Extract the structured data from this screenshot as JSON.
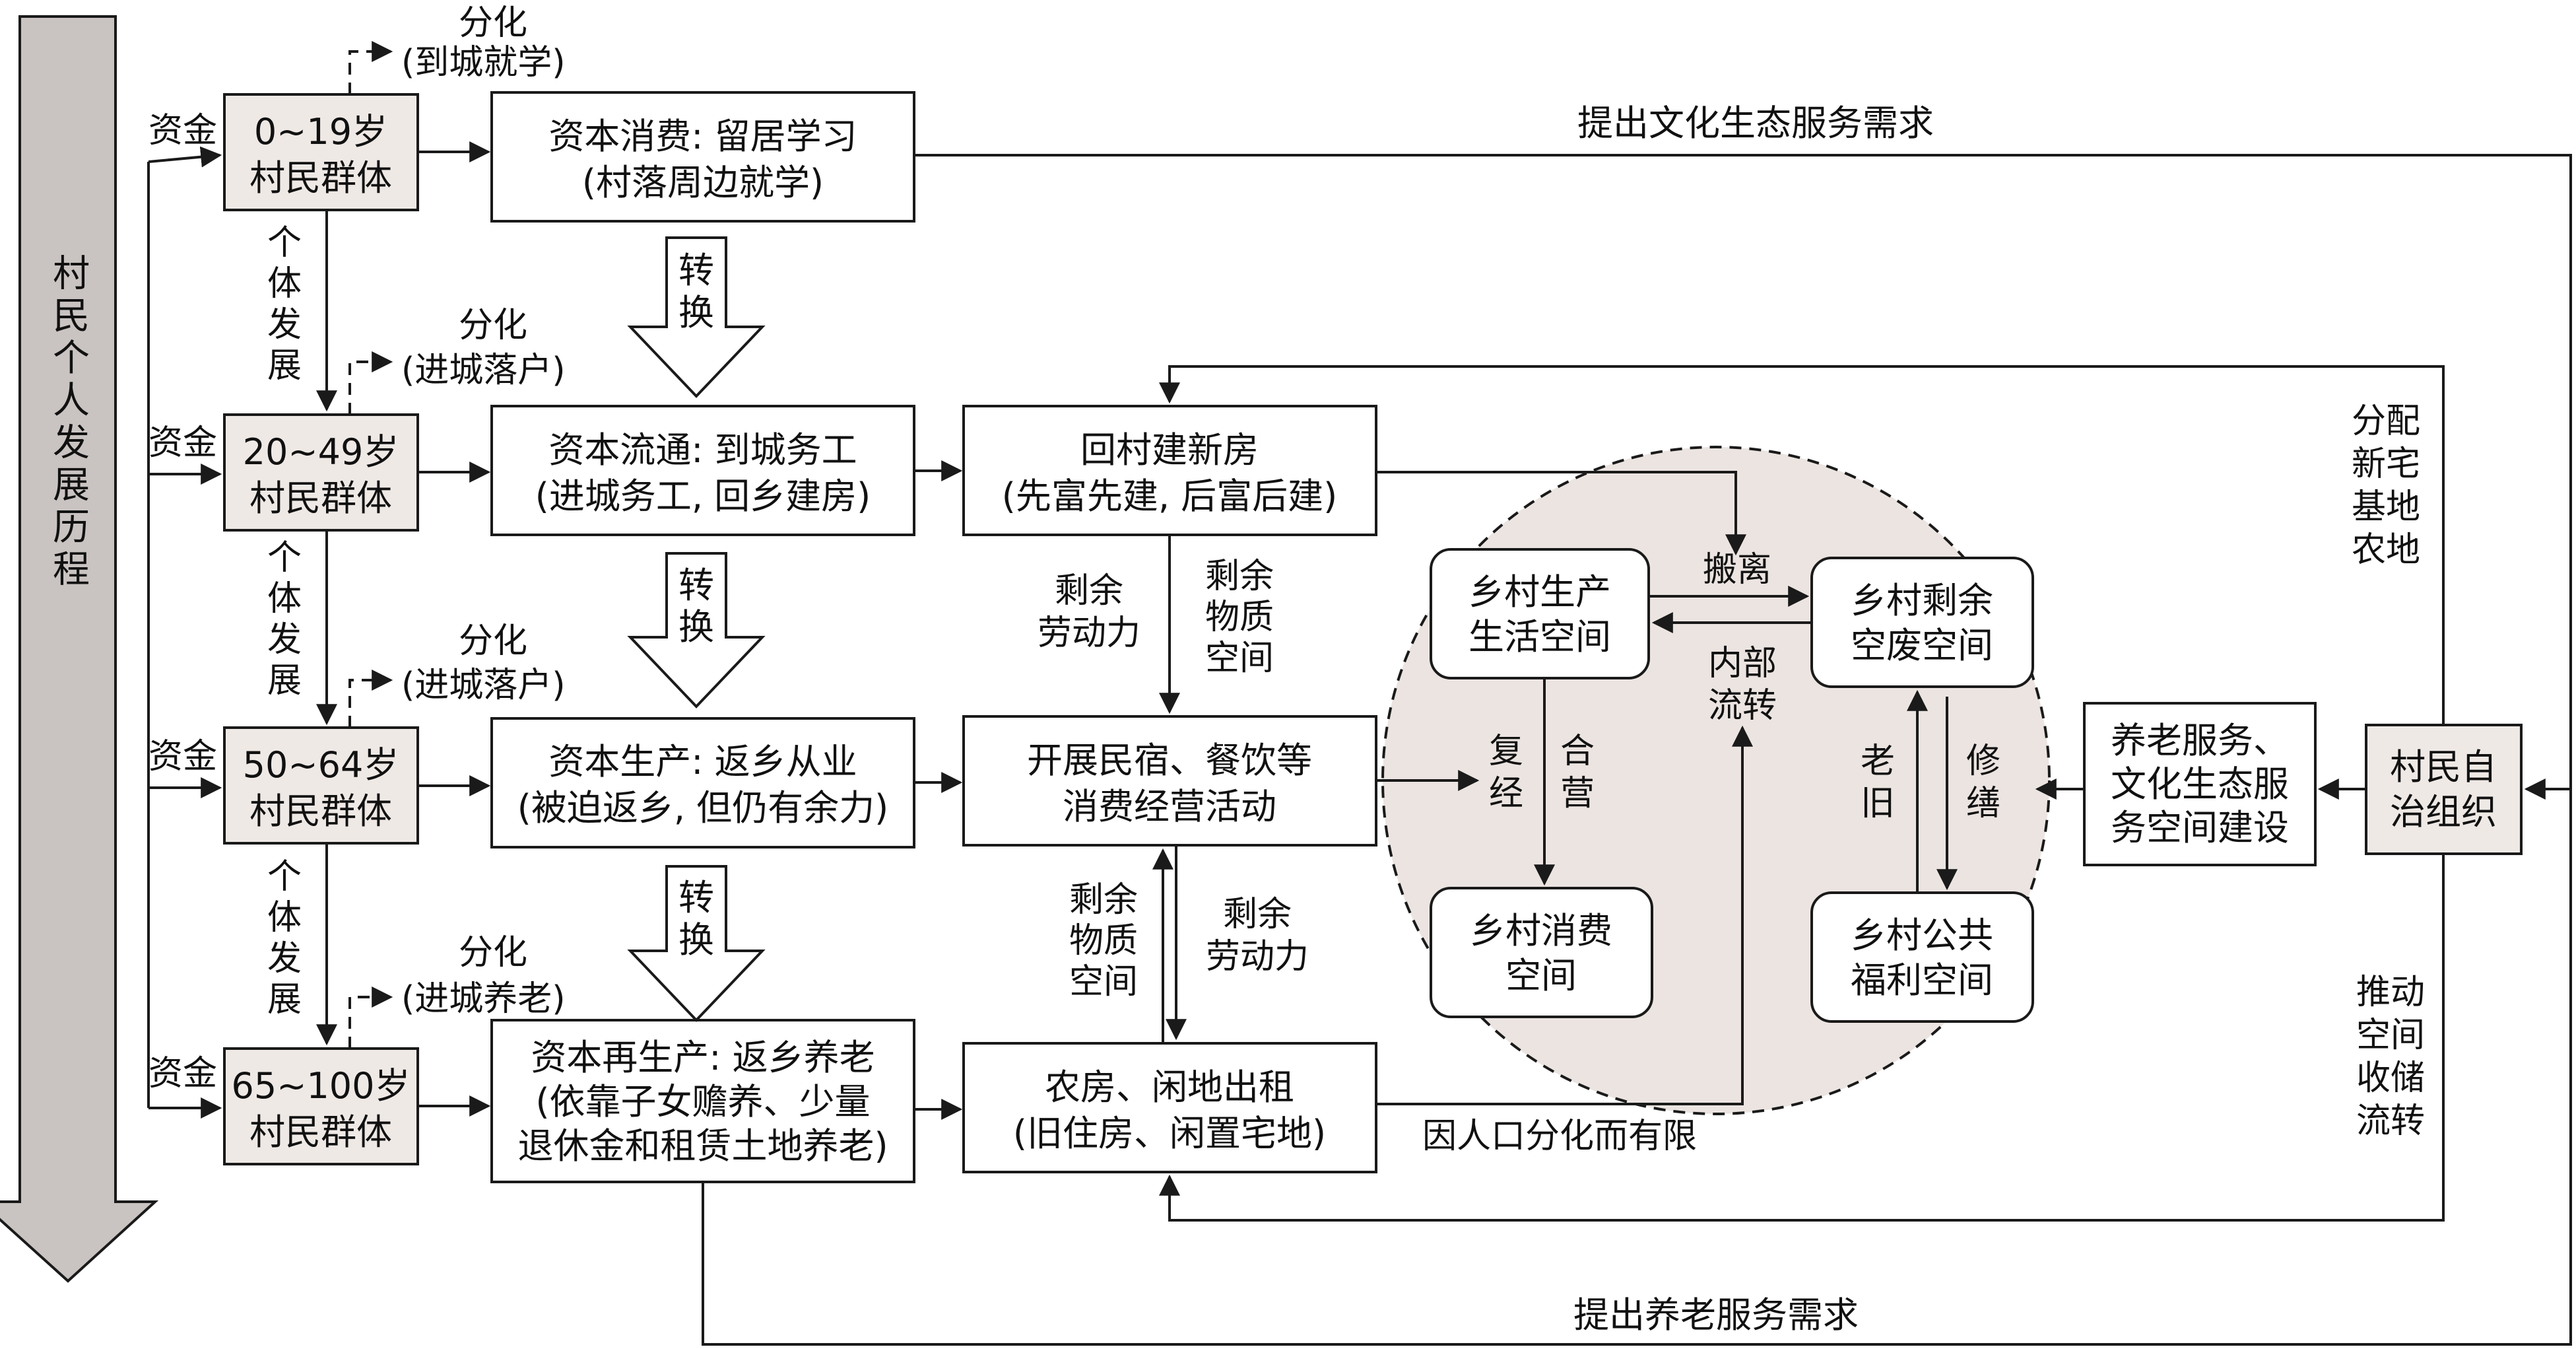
{
  "colors": {
    "stroke": "#1a1a1a",
    "grey_fill": "#efe9e6",
    "circle_fill": "#ebe4e1",
    "arrow_fill": "#c9c3c1"
  },
  "timeline": {
    "label": "村民个人发展历程"
  },
  "groups": {
    "g1": {
      "line1": "0~19岁",
      "line2": "村民群体"
    },
    "g2": {
      "line1": "20~49岁",
      "line2": "村民群体"
    },
    "g3": {
      "line1": "50~64岁",
      "line2": "村民群体"
    },
    "g4": {
      "line1": "65~100岁",
      "line2": "村民群体"
    }
  },
  "capital": {
    "c1": {
      "line1": "资本消费: 留居学习",
      "line2": "(村落周边就学)"
    },
    "c2": {
      "line1": "资本流通: 到城务工",
      "line2": "(进城务工, 回乡建房)"
    },
    "c3": {
      "line1": "资本生产: 返乡从业",
      "line2": "(被迫返乡, 但仍有余力)"
    },
    "c4": {
      "line1": "资本再生产: 返乡养老",
      "line2": "(依靠子女赡养、少量",
      "line3": "退休金和租赁土地养老)"
    }
  },
  "labels": {
    "funds": "资金",
    "diff1a": "分化",
    "diff1b": "(到城就学)",
    "diff2a": "分化",
    "diff2b": "(进城落户)",
    "diff3a": "分化",
    "diff3b": "(进城落户)",
    "diff4a": "分化",
    "diff4b": "(进城养老)",
    "develop": [
      "个",
      "体",
      "发",
      "展"
    ],
    "convert": [
      "转",
      "换"
    ],
    "culture_demand": "提出文化生态服务需求",
    "elderly_demand": "提出养老服务需求",
    "limited": "因人口分化而有限",
    "surplus_labor_a": [
      "剩余",
      "劳动力"
    ],
    "surplus_space_a": [
      "剩余",
      "物质",
      "空间"
    ],
    "surplus_space_b": [
      "剩余",
      "物质",
      "空间"
    ],
    "surplus_labor_b": [
      "剩余",
      "劳动力"
    ],
    "move_out": "搬离",
    "internal_flow": [
      "内部",
      "流转"
    ],
    "composite_a": [
      "复",
      "经"
    ],
    "composite_b": [
      "合",
      "营"
    ],
    "aging": [
      "老",
      "旧"
    ],
    "repair": [
      "修",
      "缮"
    ],
    "allocate": [
      "分配",
      "新宅",
      "基地",
      "农地"
    ],
    "promote": [
      "推动",
      "空间",
      "收储",
      "流转"
    ]
  },
  "middle": {
    "house": {
      "line1": "回村建新房",
      "line2": "(先富先建, 后富后建)"
    },
    "business": {
      "line1": "开展民宿、餐饮等",
      "line2": "消费经营活动"
    },
    "rent": {
      "line1": "农房、闲地出租",
      "line2": "(旧住房、闲置宅地)"
    }
  },
  "spaces": {
    "production": {
      "line1": "乡村生产",
      "line2": "生活空间"
    },
    "vacant": {
      "line1": "乡村剩余",
      "line2": "空废空间"
    },
    "consumption": {
      "line1": "乡村消费",
      "line2": "空间"
    },
    "public": {
      "line1": "乡村公共",
      "line2": "福利空间"
    }
  },
  "right": {
    "service": {
      "line1": "养老服务、",
      "line2": "文化生态服",
      "line3": "务空间建设"
    },
    "org": {
      "line1": "村民自",
      "line2": "治组织"
    }
  }
}
